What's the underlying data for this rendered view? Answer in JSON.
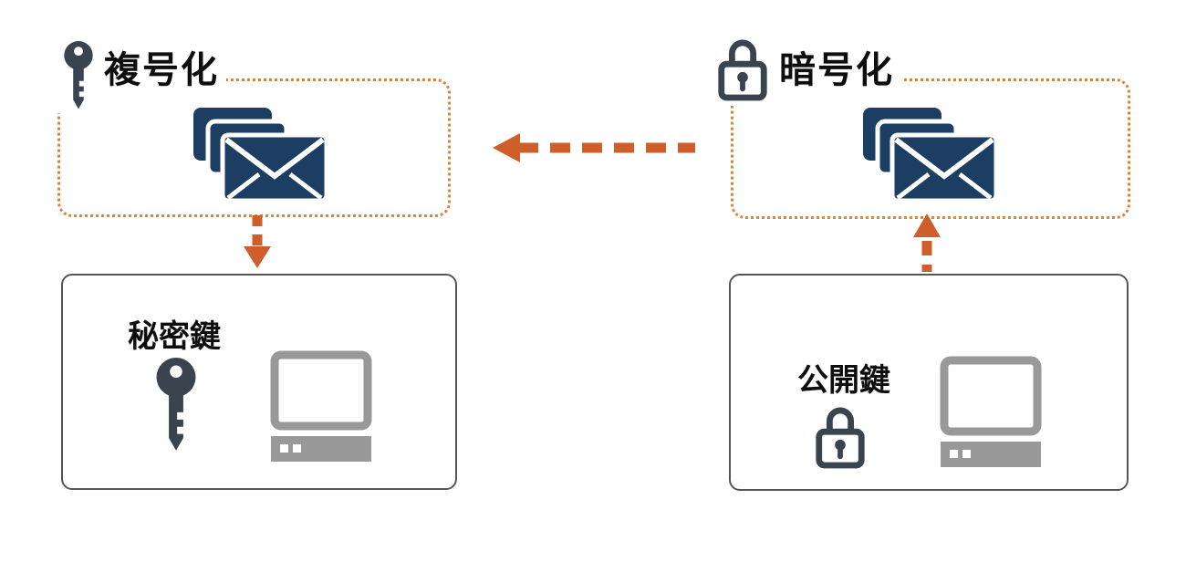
{
  "left": {
    "process_label": "複号化",
    "key_label": "秘密鍵",
    "process_icon": "key-icon",
    "flow_arrow": "dashed-arrow-down"
  },
  "right": {
    "process_label": "暗号化",
    "key_label": "公開鍵",
    "process_icon": "lock-icon",
    "flow_arrow": "dashed-arrow-up"
  },
  "transfer_arrow": {
    "direction": "right-to-left",
    "style": "dashed"
  },
  "icons": [
    "key-icon",
    "lock-icon",
    "mail-stack-icon",
    "computer-icon",
    "arrow-left-icon",
    "arrow-down-icon",
    "arrow-up-icon"
  ],
  "colors": {
    "arrow_orange": "#CE5F2A",
    "dotted_border_orange": "#E08136",
    "envelope_navy": "#1D3E63",
    "icon_charcoal": "#3A444F",
    "solid_box_border": "#555555",
    "computer_gray": "#999999",
    "label_black": "#0E0E0E",
    "background": "#FFFFFF"
  }
}
